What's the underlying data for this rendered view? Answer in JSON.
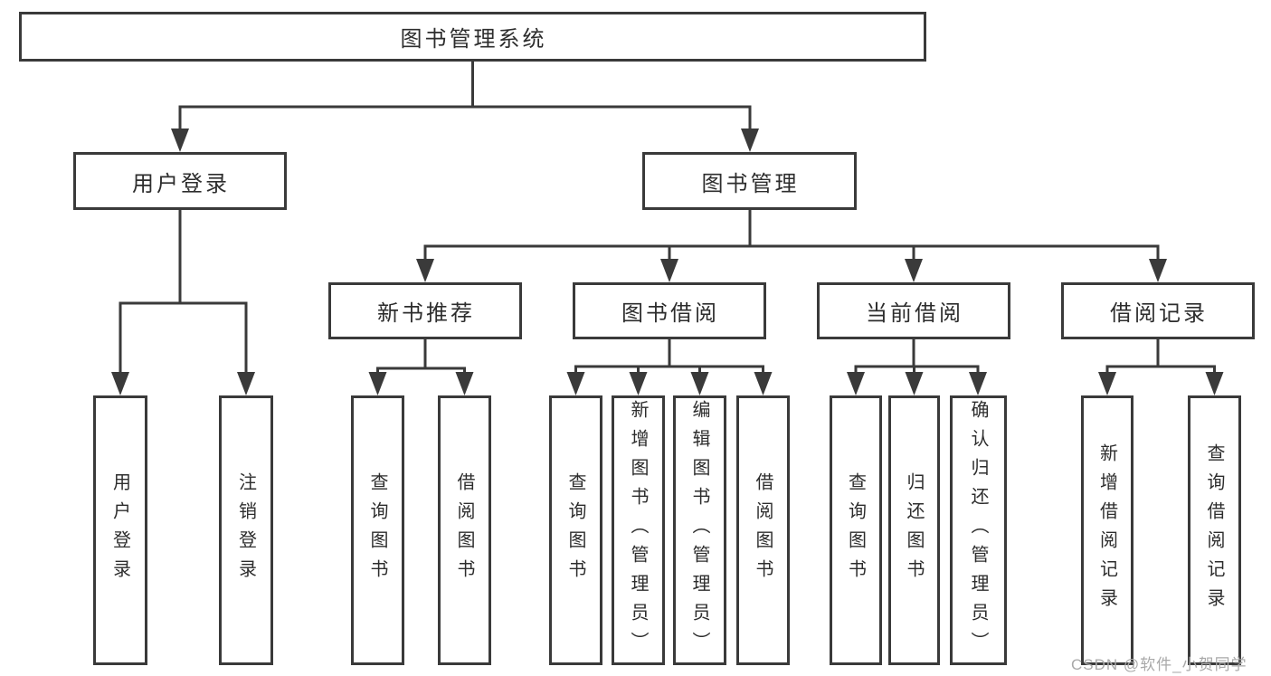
{
  "colors": {
    "line": "#3a3a3a",
    "box_border": "#3a3a3a",
    "text": "#2d2d2d",
    "watermark": "#a9a9a9",
    "background": "#ffffff"
  },
  "watermark": {
    "text": "CSDN @软件_小贺同学"
  },
  "nodes": {
    "root": {
      "label": "图书管理系统"
    },
    "l1": [
      {
        "label": "用户登录"
      },
      {
        "label": "图书管理"
      }
    ],
    "l2": [
      {
        "label": "新书推荐",
        "parent": "图书管理"
      },
      {
        "label": "图书借阅",
        "parent": "图书管理"
      },
      {
        "label": "当前借阅",
        "parent": "图书管理"
      },
      {
        "label": "借阅记录",
        "parent": "图书管理"
      }
    ],
    "leaves": [
      {
        "label": "用户登录",
        "parent": "用户登录"
      },
      {
        "label": "注销登录",
        "parent": "用户登录"
      },
      {
        "label": "查询图书",
        "parent": "新书推荐"
      },
      {
        "label": "借阅图书",
        "parent": "新书推荐"
      },
      {
        "label": "查询图书",
        "parent": "图书借阅"
      },
      {
        "label": "新增图书（管理员）",
        "parent": "图书借阅"
      },
      {
        "label": "编辑图书（管理员）",
        "parent": "图书借阅"
      },
      {
        "label": "借阅图书",
        "parent": "图书借阅"
      },
      {
        "label": "查询图书",
        "parent": "当前借阅"
      },
      {
        "label": "归还图书",
        "parent": "当前借阅"
      },
      {
        "label": "确认归还（管理员）",
        "parent": "当前借阅"
      },
      {
        "label": "新增借阅记录",
        "parent": "借阅记录"
      },
      {
        "label": "查询借阅记录",
        "parent": "借阅记录"
      }
    ]
  }
}
